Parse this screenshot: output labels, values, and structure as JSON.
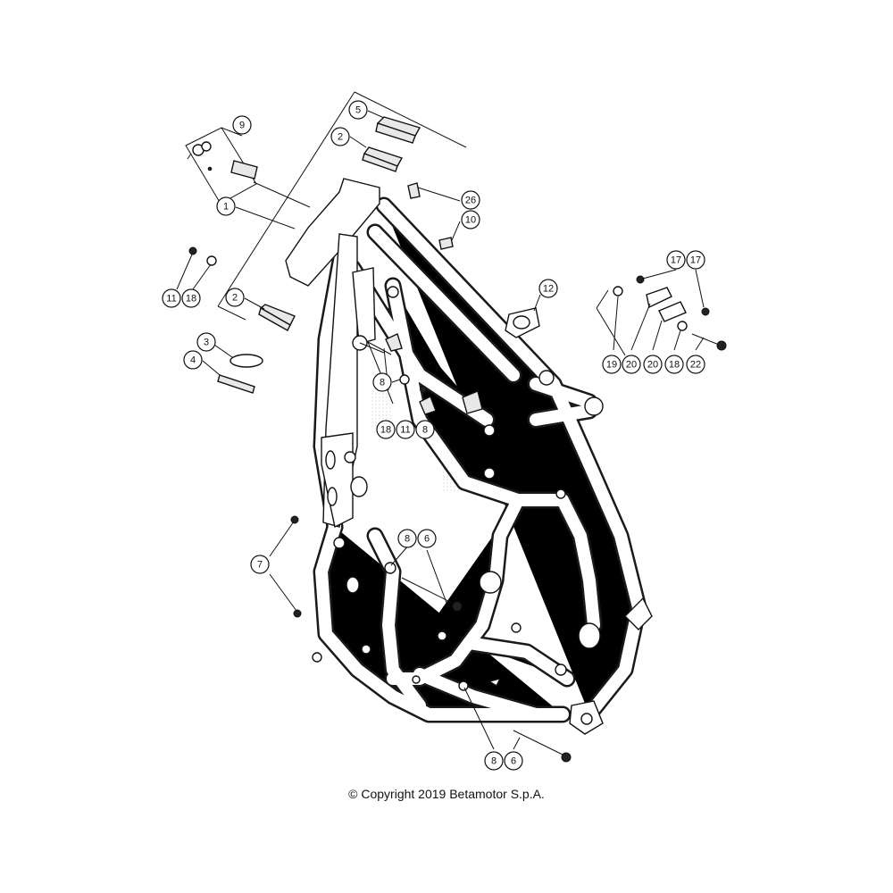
{
  "footer": {
    "copyright": "© Copyright 2019 Betamotor S.p.A."
  },
  "callouts": [
    {
      "id": "c9",
      "label": "9"
    },
    {
      "id": "c5",
      "label": "5"
    },
    {
      "id": "c2a",
      "label": "2"
    },
    {
      "id": "c26",
      "label": "26"
    },
    {
      "id": "c1",
      "label": "1"
    },
    {
      "id": "c10",
      "label": "10"
    },
    {
      "id": "c11a",
      "label": "11"
    },
    {
      "id": "c18a",
      "label": "18"
    },
    {
      "id": "c2b",
      "label": "2"
    },
    {
      "id": "c12",
      "label": "12"
    },
    {
      "id": "c17a",
      "label": "17"
    },
    {
      "id": "c17b",
      "label": "17"
    },
    {
      "id": "c3",
      "label": "3"
    },
    {
      "id": "c4",
      "label": "4"
    },
    {
      "id": "c8a",
      "label": "8"
    },
    {
      "id": "c18b",
      "label": "18"
    },
    {
      "id": "c11b",
      "label": "11"
    },
    {
      "id": "c8b",
      "label": "8"
    },
    {
      "id": "c19",
      "label": "19"
    },
    {
      "id": "c20a",
      "label": "20"
    },
    {
      "id": "c20b",
      "label": "20"
    },
    {
      "id": "c18c",
      "label": "18"
    },
    {
      "id": "c22",
      "label": "22"
    },
    {
      "id": "c8c",
      "label": "8"
    },
    {
      "id": "c6a",
      "label": "6"
    },
    {
      "id": "c7",
      "label": "7"
    },
    {
      "id": "c8d",
      "label": "8"
    },
    {
      "id": "c6b",
      "label": "6"
    }
  ]
}
